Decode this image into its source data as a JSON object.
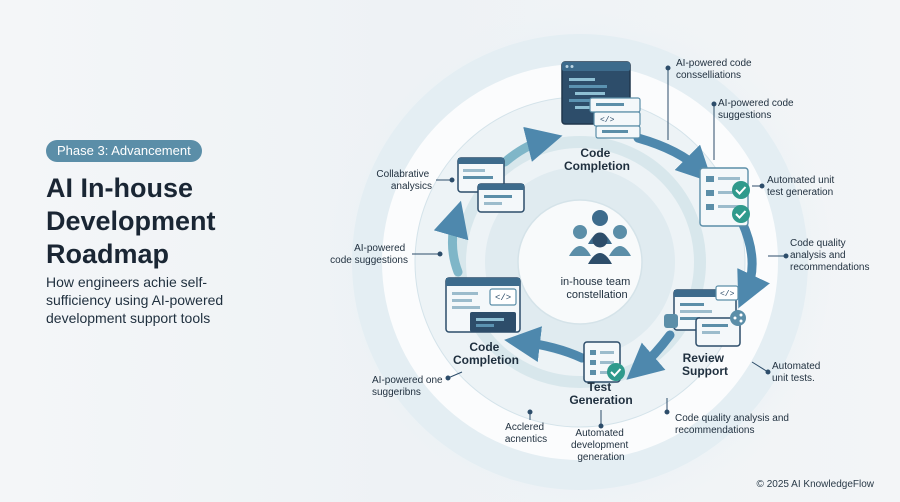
{
  "header": {
    "badge": "Phase 3: Advancement",
    "title_lines": [
      "AI In-house",
      "Development",
      "Roadmap"
    ],
    "subtitle_lines": [
      "How engineers achie self-",
      "sufficiency using AI-powered",
      "development support tools"
    ]
  },
  "diagram": {
    "center": [
      "in-house team",
      "constellation"
    ],
    "stages": {
      "code_completion_top": [
        "Code",
        "Completion"
      ],
      "review_support": [
        "Review",
        "Support"
      ],
      "test_generation": [
        "Test",
        "Generation"
      ],
      "code_completion_left": [
        "Code",
        "Completion"
      ]
    },
    "annotations": {
      "a1": [
        "AI-powered code",
        "consselliations"
      ],
      "a2": [
        "AI-powered code",
        "suggestions"
      ],
      "a3": [
        "Automated unit",
        "test generation"
      ],
      "a4": [
        "Code quality",
        "analysis and",
        "recommendations"
      ],
      "a5": [
        "Automated",
        "unit tests."
      ],
      "a6": [
        "Code quality analysis and",
        "recommendations"
      ],
      "a7": [
        "Automated",
        "development",
        "generation"
      ],
      "a8": [
        "Acclered",
        "acnentics"
      ],
      "a9": [
        "AI-powered one",
        "suggeribns"
      ],
      "a10": [
        "AI-powered",
        "code suggestions"
      ],
      "a11": [
        "Collabrative",
        "analysics"
      ]
    }
  },
  "footer": "© 2025 AI KnowledgeFlow",
  "colors": {
    "accent": "#5b8ea8",
    "arrow": "#4e88ad",
    "dark_panel": "#2d4d6a",
    "check_green": "#2f9a8c"
  }
}
